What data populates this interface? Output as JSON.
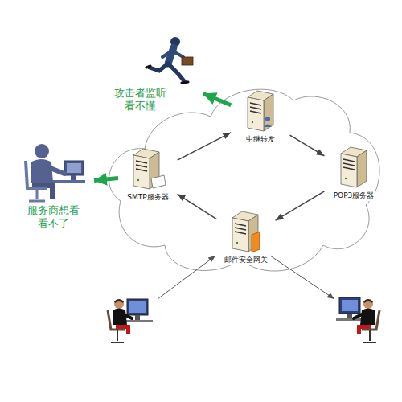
{
  "diagram": {
    "nodes": [
      {
        "text": [
          "中继转发"
        ]
      },
      {
        "text": [
          "攻击者监听 看不懂"
        ]
      },
      {
        "text": [
          "SMTP服务器"
        ]
      },
      {
        "text": [
          "服务商想看 看不了"
        ]
      },
      {
        "text": [
          "POP3服务器"
        ]
      },
      {
        "text": [
          "邮件安全网关"
        ]
      }
    ],
    "edges": [
      {
        "from": 2,
        "to": 0,
        "arrow": "to"
      },
      {
        "from": 0,
        "to": 4,
        "arrow": "to"
      },
      {
        "from": 4,
        "to": 5,
        "arrow": "to"
      },
      {
        "from": 5,
        "to": 2,
        "arrow": "to"
      },
      {
        "from": 0,
        "to": 1,
        "arrow": "to"
      },
      {
        "from": 2,
        "to": 3,
        "arrow": "to"
      }
    ]
  }
}
